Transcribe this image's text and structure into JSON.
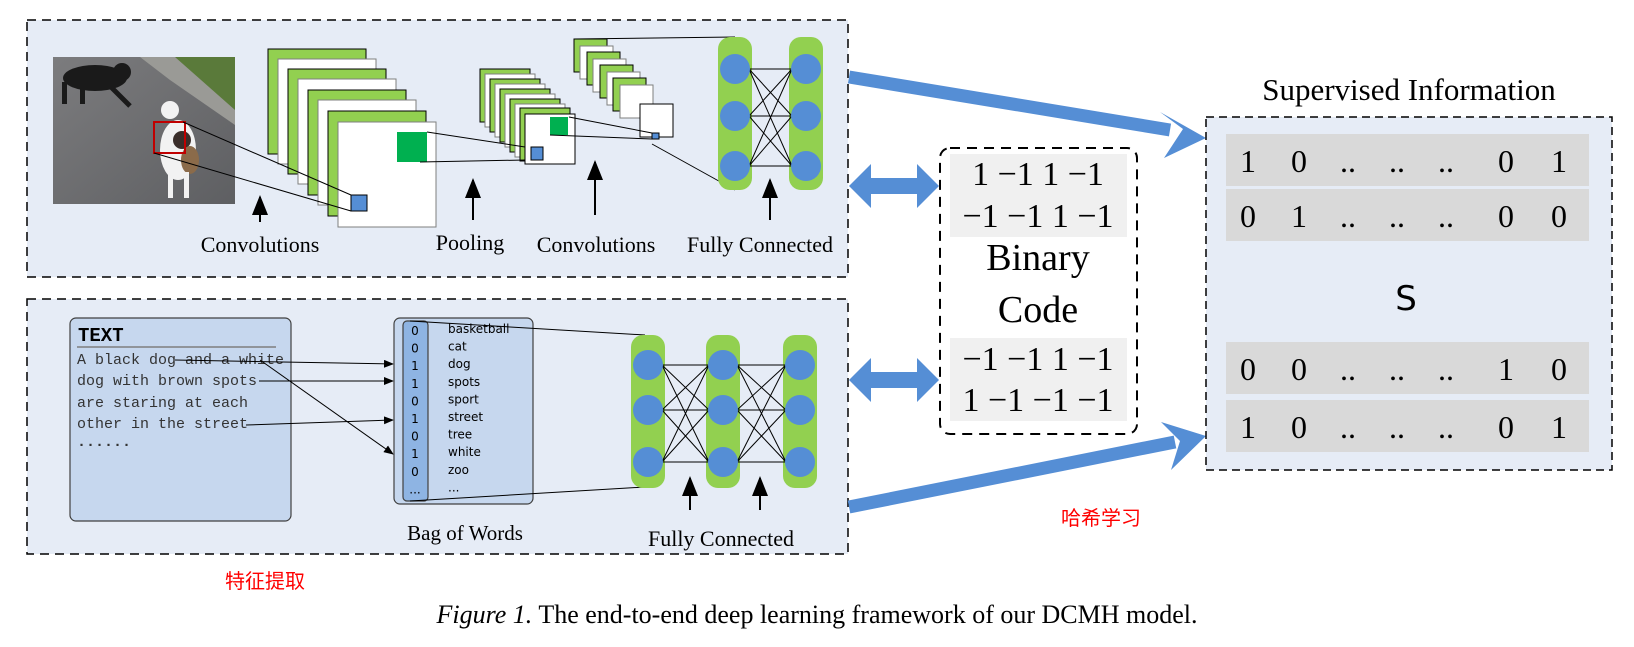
{
  "image_module": {
    "stage_labels": [
      "Convolutions",
      "Pooling",
      "Convolutions",
      "Fully Connected"
    ],
    "photo_description": "Two dogs on a road, a black dog and a white dog with brown spots; red box marks a local region on the white dog"
  },
  "text_module": {
    "text_box_title": "TEXT",
    "text_lines": [
      "A black dog and a white",
      "dog with brown spots",
      "are staring at each",
      "other in the street",
      "......"
    ],
    "bag_of_words": {
      "label": "Bag of Words",
      "entries": [
        {
          "bit": "0",
          "word": "basketball"
        },
        {
          "bit": "0",
          "word": "cat"
        },
        {
          "bit": "1",
          "word": "dog"
        },
        {
          "bit": "1",
          "word": "spots"
        },
        {
          "bit": "0",
          "word": "sport"
        },
        {
          "bit": "1",
          "word": "street"
        },
        {
          "bit": "0",
          "word": "tree"
        },
        {
          "bit": "1",
          "word": "white"
        },
        {
          "bit": "0",
          "word": "zoo"
        },
        {
          "bit": "...",
          "word": "..."
        }
      ]
    },
    "fc_label": "Fully Connected"
  },
  "binary_code": {
    "label_line1": "Binary",
    "label_line2": "Code",
    "top_rows": [
      "1 −1 1 −1",
      "−1 −1 1 −1"
    ],
    "bottom_rows": [
      "−1 −1 1 −1",
      "1 −1 −1 −1"
    ]
  },
  "supervised": {
    "title": "Supervised Information",
    "matrix_symbol": "S",
    "top_rows": [
      [
        "1",
        "0",
        "..",
        "..",
        "..",
        "0",
        "1"
      ],
      [
        "0",
        "1",
        "..",
        "..",
        "..",
        "0",
        "0"
      ]
    ],
    "bottom_rows": [
      [
        "0",
        "0",
        "..",
        "..",
        "..",
        "1",
        "0"
      ],
      [
        "1",
        "0",
        "..",
        "..",
        "..",
        "0",
        "1"
      ]
    ]
  },
  "annotations": {
    "feature_extraction": "特征提取",
    "hash_learning": "哈希学习"
  },
  "caption": {
    "prefix": "Figure 1.",
    "text": " The end-to-end deep learning framework of our DCMH model."
  },
  "colors": {
    "panel_bg": "#e6ecf6",
    "green": "#92d050",
    "dark_green": "#00b050",
    "node_blue": "#558ed5",
    "arrow_blue": "#558ed5",
    "text_box_bg": "#c6d7ee",
    "bow_column": "#8eb4e3",
    "row_gray_binary": "#f0f0f0",
    "row_gray_matrix": "#d9d9d9",
    "red_annotation": "#ff0000"
  }
}
